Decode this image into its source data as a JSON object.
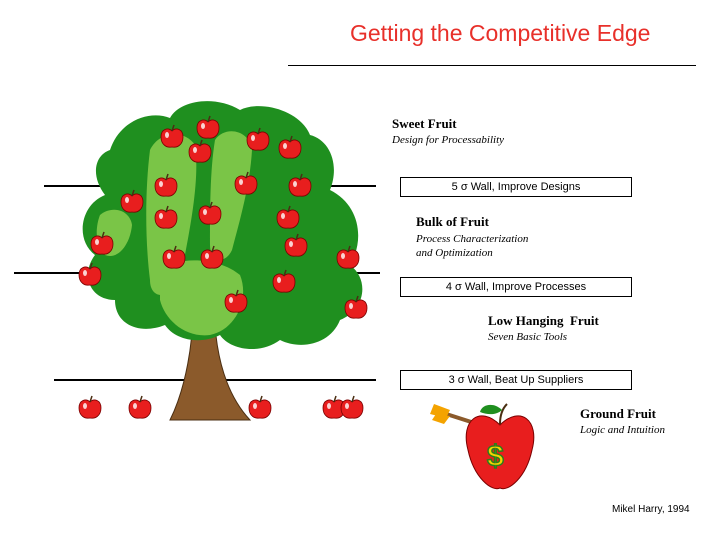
{
  "title": "Getting the Competitive Edge",
  "sections": [
    {
      "heading": "Sweet Fruit",
      "lines": [
        "Design for Processability"
      ]
    },
    {
      "heading": "Bulk of Fruit",
      "lines": [
        "Process Characterization",
        "and Optimization"
      ]
    },
    {
      "heading": "Low Hanging  Fruit",
      "lines": [
        "Seven Basic Tools"
      ]
    },
    {
      "heading": "Ground Fruit",
      "lines": [
        "Logic and Intuition"
      ]
    }
  ],
  "walls": [
    {
      "level": "5",
      "symbol": "σ",
      "text": "Wall, Improve Designs"
    },
    {
      "level": "4",
      "symbol": "σ",
      "text": "Wall, Improve Processes"
    },
    {
      "level": "3",
      "symbol": "σ",
      "text": "Wall, Beat Up Suppliers"
    }
  ],
  "money_symbol": "$",
  "credit": "Mikel Harry, 1994",
  "colors": {
    "title": "#e8302a",
    "leaf_dark": "#1f8f1f",
    "leaf_light": "#7fc84a",
    "apple": "#e81e1e",
    "trunk": "#8b5a2b"
  }
}
